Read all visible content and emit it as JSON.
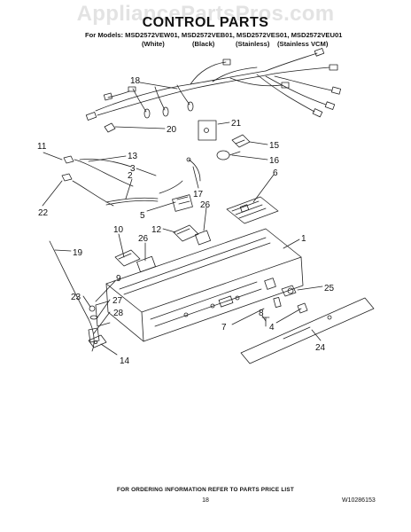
{
  "watermark": "AppliancePartsPros.com",
  "title": "CONTROL PARTS",
  "models": {
    "prefix": "For Models:",
    "list": "MSD2572VEW01, MSD2572VEB01, MSD2572VES01, MSD2572VEU01",
    "variants": [
      "(White)",
      "(Black)",
      "(Stainless)",
      "(Stainless VCM)"
    ]
  },
  "callouts": [
    "18",
    "21",
    "20",
    "15",
    "16",
    "11",
    "13",
    "3",
    "17",
    "6",
    "2",
    "22",
    "5",
    "26",
    "1",
    "10",
    "12",
    "26",
    "19",
    "9",
    "25",
    "23",
    "27",
    "28",
    "8",
    "7",
    "4",
    "14",
    "24"
  ],
  "footer": {
    "info": "FOR ORDERING INFORMATION REFER TO PARTS PRICE LIST",
    "page": "18",
    "doc_number": "W10286153"
  }
}
